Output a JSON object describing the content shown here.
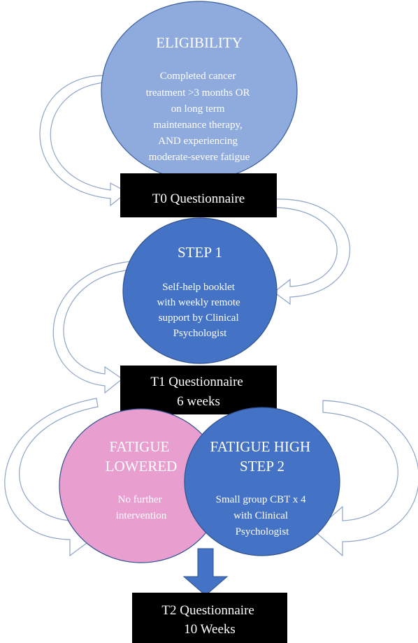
{
  "eligibility": {
    "title": "ELIGIBILITY",
    "lines": [
      "Completed cancer",
      "treatment >3 months OR",
      "on long term",
      "maintenance therapy,",
      "AND experiencing",
      "moderate-severe fatigue"
    ]
  },
  "t0": {
    "lines": [
      "T0 Questionnaire"
    ]
  },
  "step1": {
    "title": "STEP 1",
    "lines": [
      "Self-help booklet",
      "with weekly remote",
      "support by Clinical",
      "Psychologist"
    ]
  },
  "t1": {
    "lines": [
      "T1 Questionnaire",
      "6 weeks"
    ]
  },
  "fatigue_lowered": {
    "title_lines": [
      "FATIGUE",
      "LOWERED"
    ],
    "lines": [
      "No further",
      "intervention"
    ]
  },
  "fatigue_high": {
    "title_lines": [
      "FATIGUE HIGH",
      "STEP 2"
    ],
    "lines": [
      "Small group CBT x 4",
      "with Clinical",
      "Psychologist"
    ]
  },
  "t2": {
    "lines": [
      "T2 Questionnaire",
      "10 Weeks"
    ]
  },
  "colors": {
    "eligibility_fill": "#8faadc",
    "step_fill": "#4472c4",
    "lowered_fill": "#e89fd0",
    "box_fill": "#000000",
    "arrow_stroke": "#8ea4c8",
    "down_arrow": "#4472c4"
  }
}
